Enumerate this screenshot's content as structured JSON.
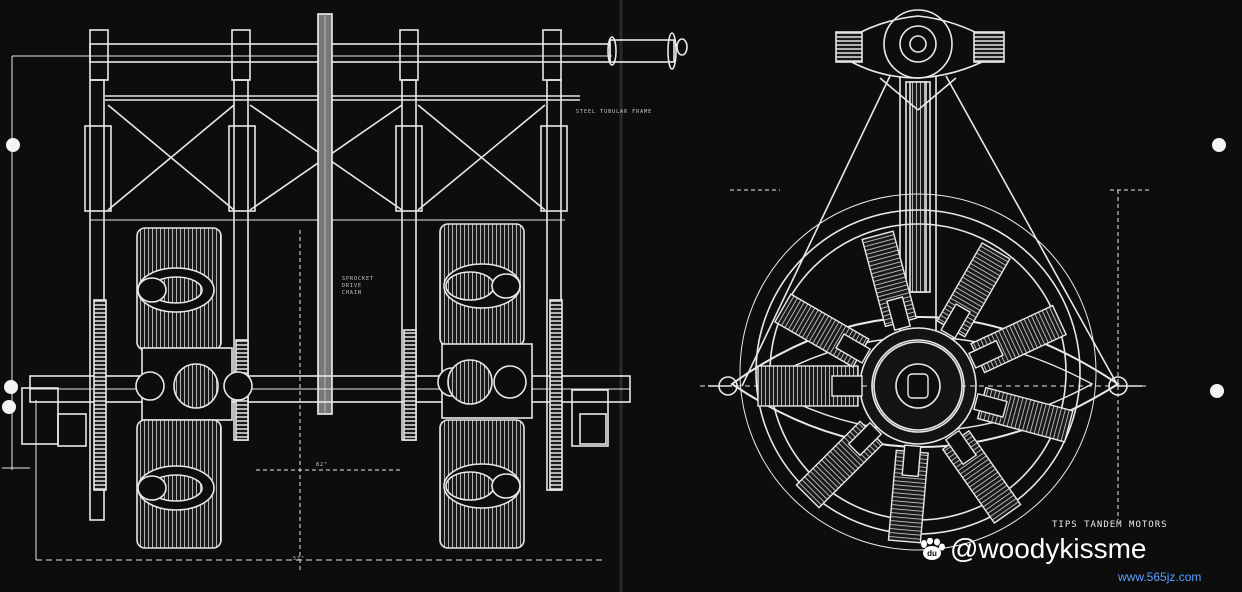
{
  "title_block": "TIPS TANDEM MOTORS",
  "chain_note": "SPROCKET\nDRIVE\nCHAIN",
  "steel_note": "STEEL TUBULAR FRAME",
  "dims": {
    "d1": "57\"",
    "d2": "82\""
  },
  "watermark": {
    "handle": "@woodykissme",
    "url": "www.565jz.com",
    "badge": "du"
  },
  "colors": {
    "paper": "#0d0d0d",
    "line": "#e8e8e8",
    "watermark_url": "#5aa0ff"
  }
}
